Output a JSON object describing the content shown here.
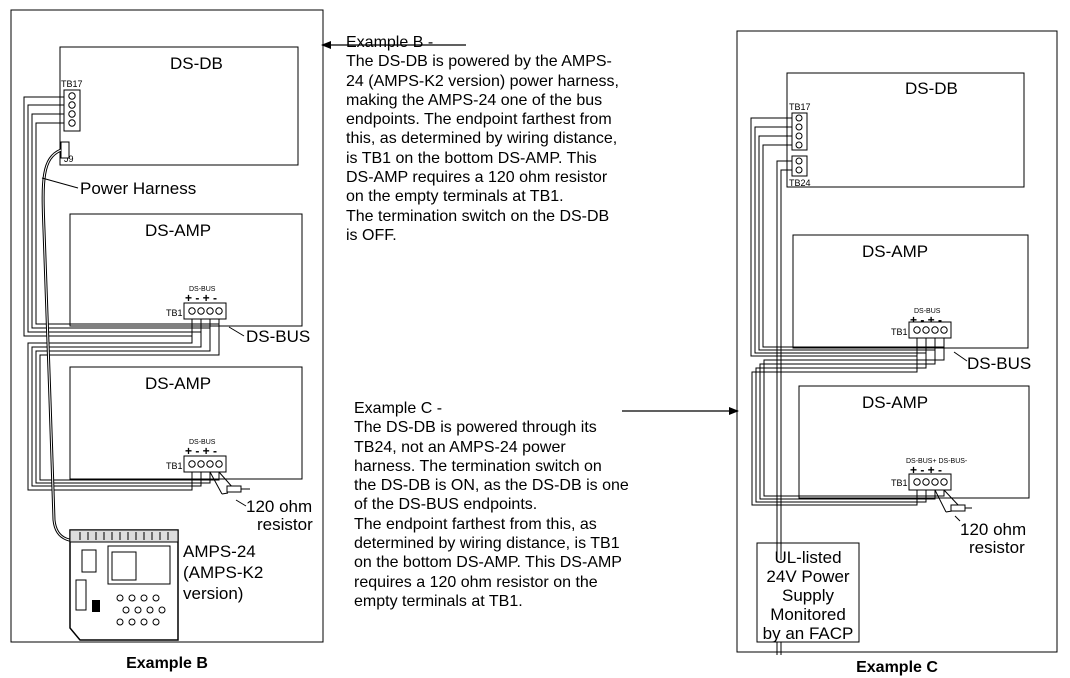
{
  "example_b": {
    "caption": "Example B",
    "board_db": "DS-DB",
    "board_amp": "DS-AMP",
    "tb17": "TB17",
    "j9": "J9",
    "tb1": "TB1",
    "dsbus_small": "DS-BUS",
    "polarity": "+ - + -",
    "power_harness": "Power Harness",
    "ds_bus": "DS-BUS",
    "resistor_line1": "120 ohm",
    "resistor_line2": "resistor",
    "amps_line1": "AMPS-24",
    "amps_line2": "(AMPS-K2",
    "amps_line3": "version)",
    "description": "Example B -\nThe DS-DB is powered by the AMPS-\n24 (AMPS-K2 version) power harness,\nmaking the AMPS-24 one of the bus\nendpoints. The endpoint farthest from\nthis, as determined by wiring distance,\nis TB1 on the bottom DS-AMP. This\nDS-AMP requires a 120 ohm resistor\non the empty terminals at TB1.\nThe termination switch on the DS-DB\nis OFF."
  },
  "example_c": {
    "caption": "Example C",
    "board_db": "DS-DB",
    "board_amp": "DS-AMP",
    "tb17": "TB17",
    "tb24": "TB24",
    "tb1": "TB1",
    "dsbus_small": "DS-BUS",
    "dsbus_dual": "DS-BUS+ DS-BUS-",
    "polarity": "+ - + -",
    "ds_bus": "DS-BUS",
    "resistor_line1": "120 ohm",
    "resistor_line2": "resistor",
    "psu_line1": "UL-listed",
    "psu_line2": "24V Power",
    "psu_line3": "Supply",
    "psu_line4": "Monitored",
    "psu_line5": "by an FACP",
    "description": "Example C -\nThe DS-DB is powered through its\nTB24, not an AMPS-24 power\nharness. The termination switch on\nthe DS-DB is ON, as the DS-DB is one\nof the DS-BUS endpoints.\nThe endpoint farthest from this, as\ndetermined by wiring distance, is TB1\non the bottom DS-AMP. This DS-AMP\nrequires a 120 ohm resistor on the\nempty terminals at TB1."
  }
}
